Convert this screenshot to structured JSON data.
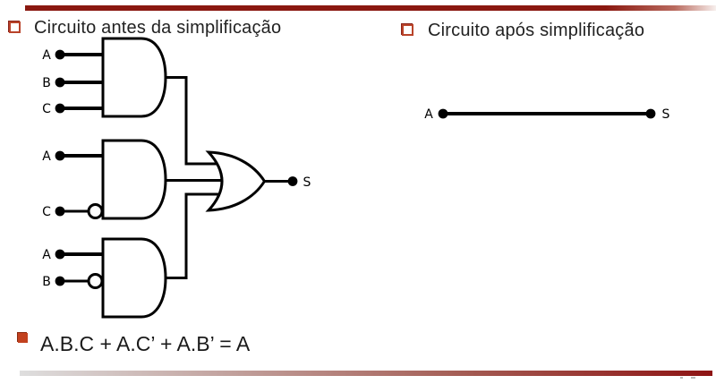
{
  "slide": {
    "left_title": "Circuito antes da simplificação",
    "right_title": "Circuito após simplificação",
    "formula": "A.B.C + A.C’ + A.B’ = A"
  },
  "circuit_before": {
    "and1_inputs": [
      "A",
      "B",
      "C"
    ],
    "and2_inputs": [
      "A",
      "C"
    ],
    "and3_inputs": [
      "A",
      "B"
    ],
    "output_label": "S",
    "gates": [
      "AND",
      "AND-with-NOT-on-C",
      "AND-with-NOT-on-B",
      "OR"
    ]
  },
  "circuit_after": {
    "input_label": "A",
    "output_label": "S"
  },
  "colors": {
    "accent_bar_red": "#8a1810",
    "bullet_outline_red": "#b9432a",
    "bullet_fill_orange": "#c2411f",
    "wire_black": "#000000",
    "title_text": "#222222"
  }
}
